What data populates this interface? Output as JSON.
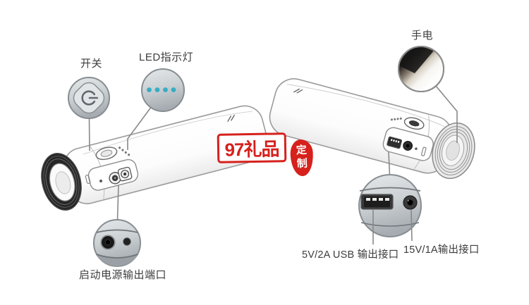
{
  "callouts": {
    "switch_label": "开关",
    "led_label": "LED指示灯",
    "flashlight_label": "手电",
    "jumpstart_label": "启动电源输出端口",
    "usb_output_label": "5V/2A USB 输出接口",
    "dc_output_label": "15V/1A输出接口"
  },
  "watermark": {
    "brand_text": "97礼品",
    "seal_text_top": "定",
    "seal_text_bottom": "制",
    "red": "#d6211c"
  },
  "colors": {
    "led_indicator_dots": "#36adc2",
    "callout_line": "#898989",
    "line_art_stroke": "#9b9b9b"
  }
}
